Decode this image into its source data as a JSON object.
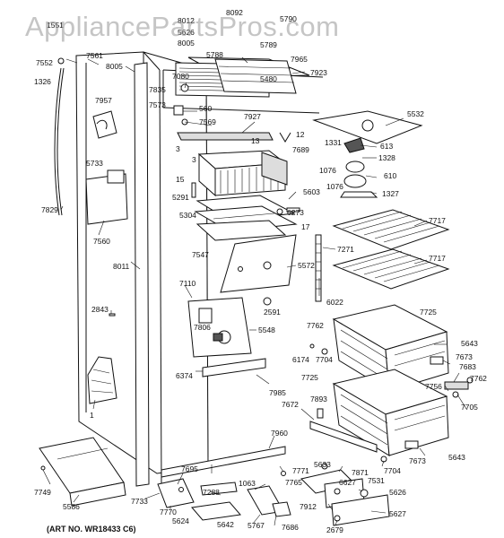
{
  "watermark": "AppliancePartsPros.com",
  "art_number": "(ART NO. WR18433 C6)",
  "callouts": [
    {
      "id": "c-8012",
      "text": "8012"
    },
    {
      "id": "c-8092",
      "text": "8092"
    },
    {
      "id": "c-5790",
      "text": "5790"
    },
    {
      "id": "c-1551",
      "text": "1551"
    },
    {
      "id": "c-5626",
      "text": "5626"
    },
    {
      "id": "c-8005a",
      "text": "8005"
    },
    {
      "id": "c-5789",
      "text": "5789"
    },
    {
      "id": "c-7552",
      "text": "7552"
    },
    {
      "id": "c-7561",
      "text": "7561"
    },
    {
      "id": "c-8005b",
      "text": "8005"
    },
    {
      "id": "c-5788",
      "text": "5788"
    },
    {
      "id": "c-7965",
      "text": "7965"
    },
    {
      "id": "c-1326",
      "text": "1326"
    },
    {
      "id": "c-7080",
      "text": "7080"
    },
    {
      "id": "c-7923",
      "text": "7923"
    },
    {
      "id": "c-5480",
      "text": "5480"
    },
    {
      "id": "c-7835",
      "text": "7835"
    },
    {
      "id": "c-7957",
      "text": "7957"
    },
    {
      "id": "c-7573",
      "text": "7573"
    },
    {
      "id": "c-560",
      "text": "560"
    },
    {
      "id": "c-7569",
      "text": "7569"
    },
    {
      "id": "c-7927",
      "text": "7927"
    },
    {
      "id": "c-5532",
      "text": "5532"
    },
    {
      "id": "c-12",
      "text": "12"
    },
    {
      "id": "c-13",
      "text": "13"
    },
    {
      "id": "c-3a",
      "text": "3"
    },
    {
      "id": "c-7689",
      "text": "7689"
    },
    {
      "id": "c-1331",
      "text": "1331"
    },
    {
      "id": "c-613",
      "text": "613"
    },
    {
      "id": "c-1328",
      "text": "1328"
    },
    {
      "id": "c-5733",
      "text": "5733"
    },
    {
      "id": "c-3b",
      "text": "3"
    },
    {
      "id": "c-1076a",
      "text": "1076"
    },
    {
      "id": "c-610",
      "text": "610"
    },
    {
      "id": "c-15",
      "text": "15"
    },
    {
      "id": "c-1076b",
      "text": "1076"
    },
    {
      "id": "c-1327",
      "text": "1327"
    },
    {
      "id": "c-5291",
      "text": "5291"
    },
    {
      "id": "c-5603",
      "text": "5603"
    },
    {
      "id": "c-5304",
      "text": "5304"
    },
    {
      "id": "c-6273",
      "text": "6273"
    },
    {
      "id": "c-7829",
      "text": "7829"
    },
    {
      "id": "c-17",
      "text": "17"
    },
    {
      "id": "c-7717a",
      "text": "7717"
    },
    {
      "id": "c-7560",
      "text": "7560"
    },
    {
      "id": "c-7271",
      "text": "7271"
    },
    {
      "id": "c-7547",
      "text": "7547"
    },
    {
      "id": "c-5572",
      "text": "5572"
    },
    {
      "id": "c-7717b",
      "text": "7717"
    },
    {
      "id": "c-8011",
      "text": "8011"
    },
    {
      "id": "c-7110",
      "text": "7110"
    },
    {
      "id": "c-6022",
      "text": "6022"
    },
    {
      "id": "c-2843",
      "text": "2843"
    },
    {
      "id": "c-2591",
      "text": "2591"
    },
    {
      "id": "c-7762a",
      "text": "7762"
    },
    {
      "id": "c-7806",
      "text": "7806"
    },
    {
      "id": "c-5548",
      "text": "5548"
    },
    {
      "id": "c-7725a",
      "text": "7725"
    },
    {
      "id": "c-5643a",
      "text": "5643"
    },
    {
      "id": "c-6174",
      "text": "6174"
    },
    {
      "id": "c-7704a",
      "text": "7704"
    },
    {
      "id": "c-7673a",
      "text": "7673"
    },
    {
      "id": "c-7683",
      "text": "7683"
    },
    {
      "id": "c-6374",
      "text": "6374"
    },
    {
      "id": "c-7725b",
      "text": "7725"
    },
    {
      "id": "c-7762b",
      "text": "7762"
    },
    {
      "id": "c-7985",
      "text": "7985"
    },
    {
      "id": "c-7756",
      "text": "7756"
    },
    {
      "id": "c-7893",
      "text": "7893"
    },
    {
      "id": "c-7672",
      "text": "7672"
    },
    {
      "id": "c-7705",
      "text": "7705"
    },
    {
      "id": "c-1",
      "text": "1"
    },
    {
      "id": "c-7960",
      "text": "7960"
    },
    {
      "id": "c-7673b",
      "text": "7673"
    },
    {
      "id": "c-5643b",
      "text": "5643"
    },
    {
      "id": "c-7704b",
      "text": "7704"
    },
    {
      "id": "c-5633",
      "text": "5633"
    },
    {
      "id": "c-7695",
      "text": "7695"
    },
    {
      "id": "c-7771",
      "text": "7771"
    },
    {
      "id": "c-7871",
      "text": "7871"
    },
    {
      "id": "c-6627",
      "text": "6627"
    },
    {
      "id": "c-7749",
      "text": "7749"
    },
    {
      "id": "c-5586",
      "text": "5586"
    },
    {
      "id": "c-7733",
      "text": "7733"
    },
    {
      "id": "c-7288",
      "text": "7288"
    },
    {
      "id": "c-1063",
      "text": "1063"
    },
    {
      "id": "c-7765",
      "text": "7765"
    },
    {
      "id": "c-7531",
      "text": "7531"
    },
    {
      "id": "c-5626b",
      "text": "5626"
    },
    {
      "id": "c-7770",
      "text": "7770"
    },
    {
      "id": "c-7912",
      "text": "7912"
    },
    {
      "id": "c-5624",
      "text": "5624"
    },
    {
      "id": "c-5642",
      "text": "5642"
    },
    {
      "id": "c-5767",
      "text": "5767"
    },
    {
      "id": "c-7686",
      "text": "7686"
    },
    {
      "id": "c-2679",
      "text": "2679"
    },
    {
      "id": "c-5627",
      "text": "5627"
    }
  ]
}
